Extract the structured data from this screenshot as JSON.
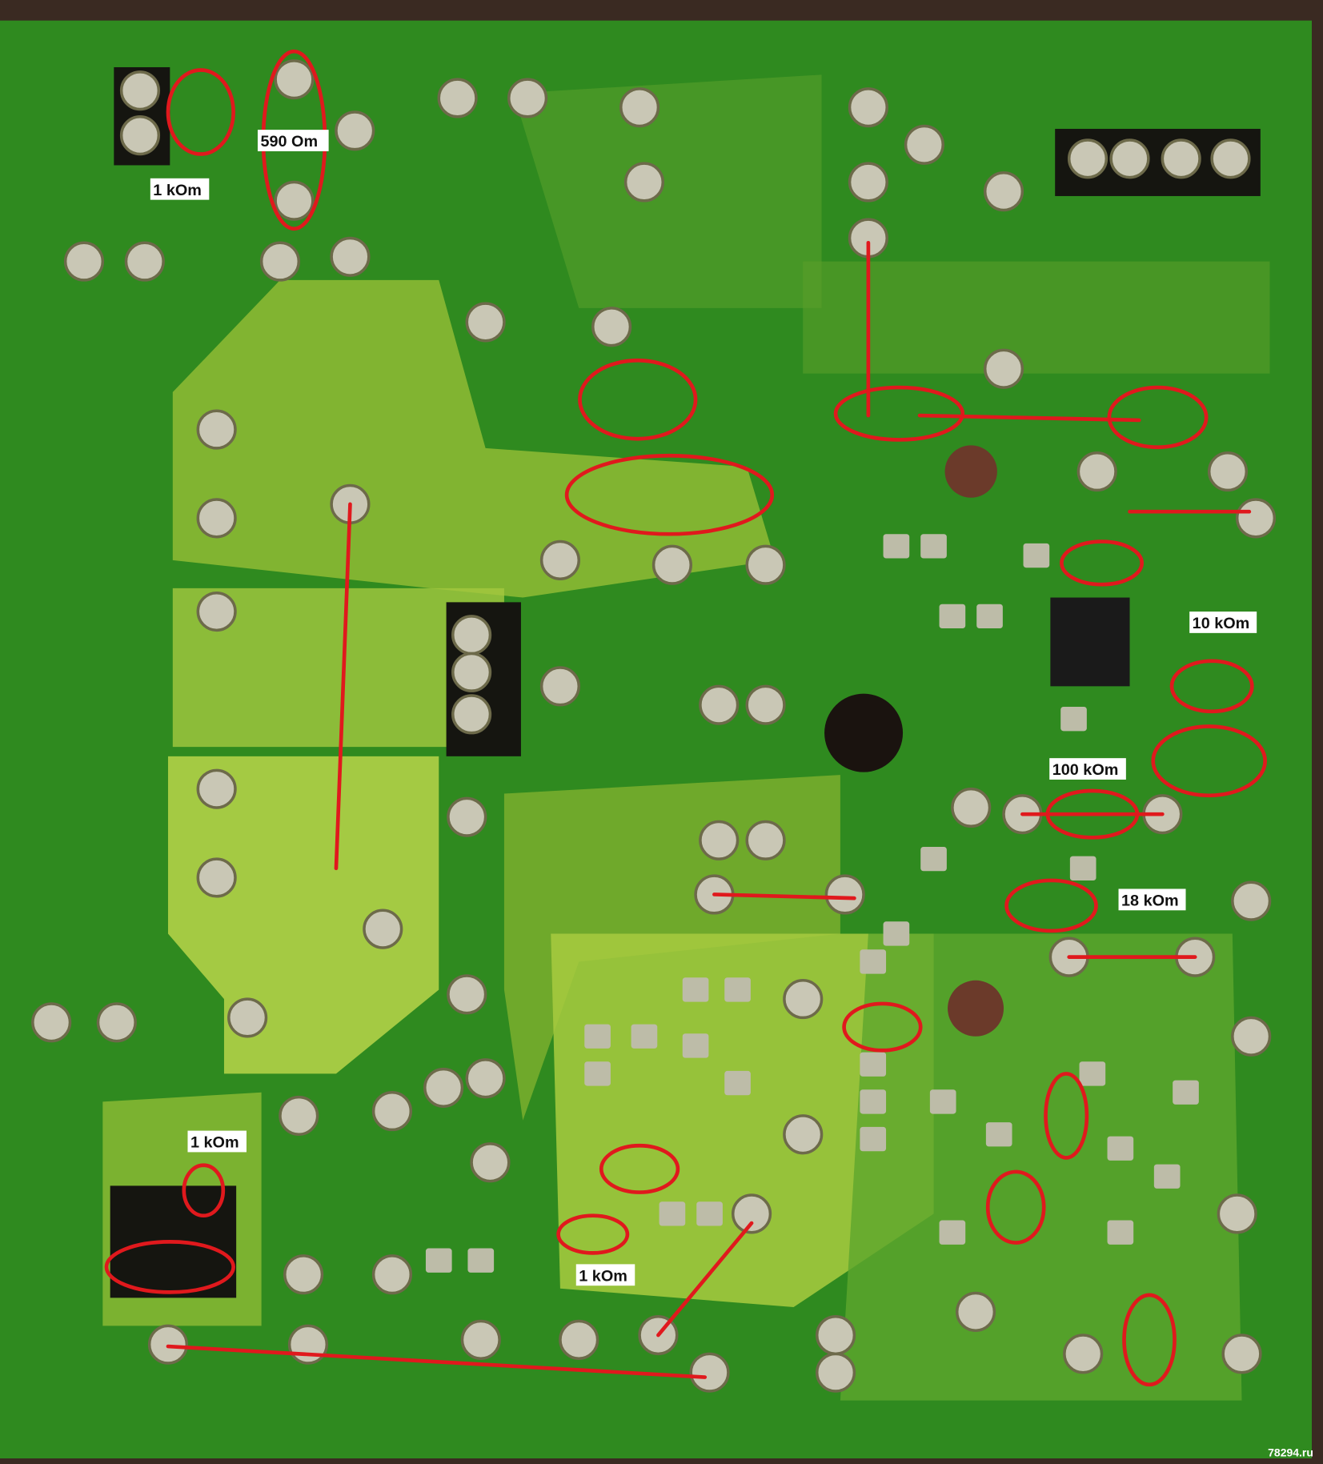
{
  "photo": {
    "subject": "pcb-solder-side",
    "board_color": "#2f8a1f",
    "copper_fill_color": "#9cc23a",
    "annotation_color": "#e0191d"
  },
  "labels": {
    "r_590": "590 Om",
    "r_1k_top": "1 kOm",
    "r_10k": "10 kOm",
    "r_100k": "100 kOm",
    "r_18k": "18 kOm",
    "r_1k_bottom_left": "1 kOm",
    "r_1k_bottom_center": "1 kOm"
  },
  "watermark": "78294.ru"
}
